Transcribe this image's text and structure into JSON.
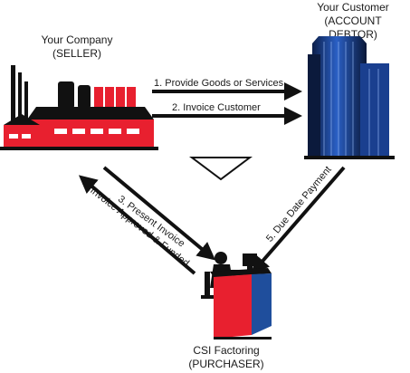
{
  "seller": {
    "title": "Your Company",
    "role": "(SELLER)",
    "icon": "factory-icon"
  },
  "customer": {
    "title": "Your Customer",
    "role": "(ACCOUNT DEBTOR)",
    "icon": "office-building-icon"
  },
  "factor": {
    "title": "CSI Factoring",
    "role": "(PURCHASER)",
    "icon": "person-at-desk-icon"
  },
  "steps": [
    {
      "label": "1. Provide Goods or Services"
    },
    {
      "label": "2. Invoice Customer"
    },
    {
      "label": "3. Present Invoice"
    },
    {
      "label": "4. Invoice Approved & Funded"
    },
    {
      "label": "5. Due Date Payment"
    }
  ],
  "colors": {
    "accent_red": "#e8202f",
    "dark": "#111111",
    "building_blue": "#2356b8",
    "desk_blue": "#1f4e9c"
  }
}
